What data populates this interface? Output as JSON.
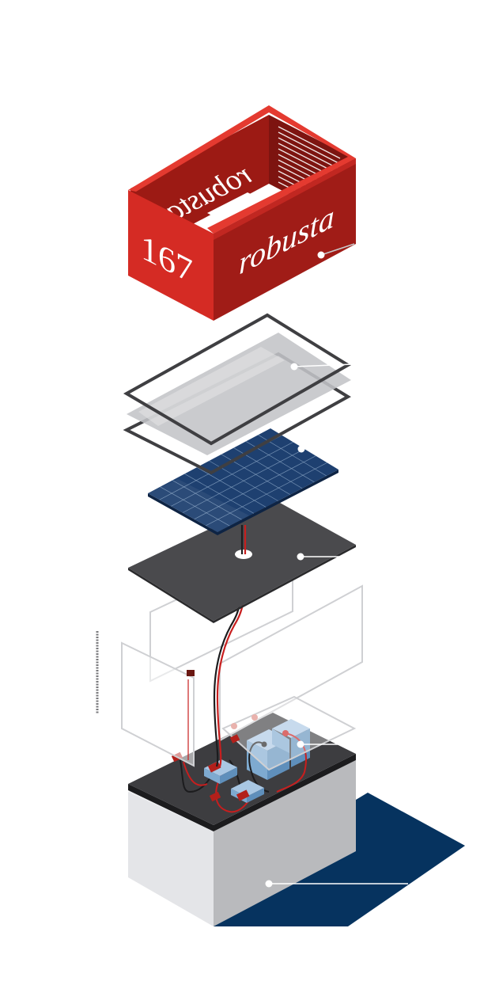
{
  "box": {
    "number": "167",
    "brand_front": "robusta",
    "brand_back": "robusta"
  },
  "colors": {
    "box_red": "#d52b24",
    "box_dark_red": "#a01c17",
    "box_top_red": "#e43a30",
    "panel_blue": "#1e4070",
    "panel_grid": "#8fa9c8",
    "plate_dark": "#4a4a4d",
    "base_light": "#dcdde0",
    "base_mid": "#bfc0c3",
    "shadow_navy": "#06335f",
    "wire_red": "#c81e1e",
    "connector_red": "#b3201b",
    "battery_blue": "#7eaad0",
    "leader_gray": "#c8c9cc"
  },
  "icons": {
    "callout_marker": "dot-icon"
  }
}
